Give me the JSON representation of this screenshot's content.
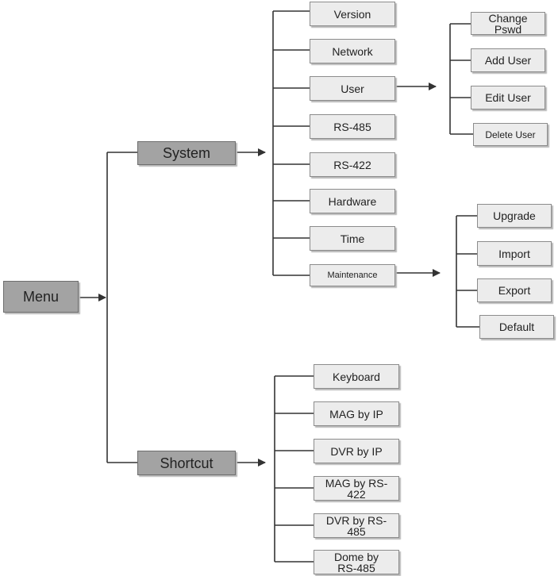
{
  "root": {
    "label": "Menu"
  },
  "system": {
    "label": "System",
    "items": [
      {
        "label": "Version"
      },
      {
        "label": "Network"
      },
      {
        "label": "User"
      },
      {
        "label": "RS-485"
      },
      {
        "label": "RS-422"
      },
      {
        "label": "Hardware"
      },
      {
        "label": "Time"
      },
      {
        "label": "Maintenance"
      }
    ],
    "user_items": [
      {
        "label": "Change\nPswd"
      },
      {
        "label": "Add User"
      },
      {
        "label": "Edit User"
      },
      {
        "label": "Delete User"
      }
    ],
    "maintenance_items": [
      {
        "label": "Upgrade"
      },
      {
        "label": "Import"
      },
      {
        "label": "Export"
      },
      {
        "label": "Default"
      }
    ]
  },
  "shortcut": {
    "label": "Shortcut",
    "items": [
      {
        "label": "Keyboard"
      },
      {
        "label": "MAG by IP"
      },
      {
        "label": "DVR by IP"
      },
      {
        "label": "MAG by RS-\n422"
      },
      {
        "label": "DVR by RS-\n485"
      },
      {
        "label": "Dome by\nRS-485"
      }
    ]
  },
  "colors": {
    "node_fill": "#ececec",
    "parent_fill": "#a3a3a3",
    "line": "#333333"
  }
}
